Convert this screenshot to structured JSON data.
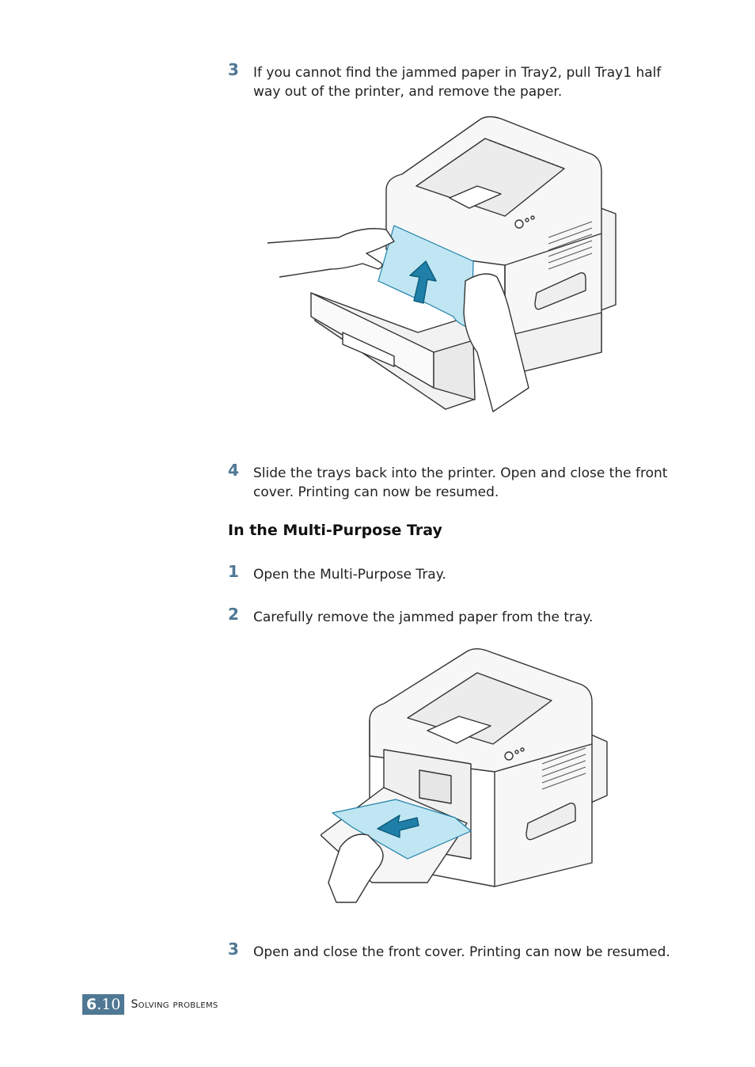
{
  "steps": {
    "s3a": {
      "num": "3",
      "text": "If you cannot find the jammed paper in Tray2, pull Tray1 half way out of the printer, and remove the paper."
    },
    "s4": {
      "num": "4",
      "text": "Slide the trays back into the printer. Open and close the front cover. Printing can now be resumed."
    },
    "s1": {
      "num": "1",
      "text": "Open the Multi-Purpose Tray."
    },
    "s2": {
      "num": "2",
      "text": "Carefully remove the jammed paper from the tray."
    },
    "s3b": {
      "num": "3",
      "text": "Open and close the front cover. Printing can now be resumed."
    }
  },
  "section_heading": "In the Multi-Purpose Tray",
  "footer": {
    "chapter_num": "6",
    "page_num": ".10",
    "chapter_title": "Solving problems"
  },
  "colors": {
    "accent": "#4f7894",
    "paper": "#bfe6f2",
    "arrow": "#1f7fa8"
  }
}
